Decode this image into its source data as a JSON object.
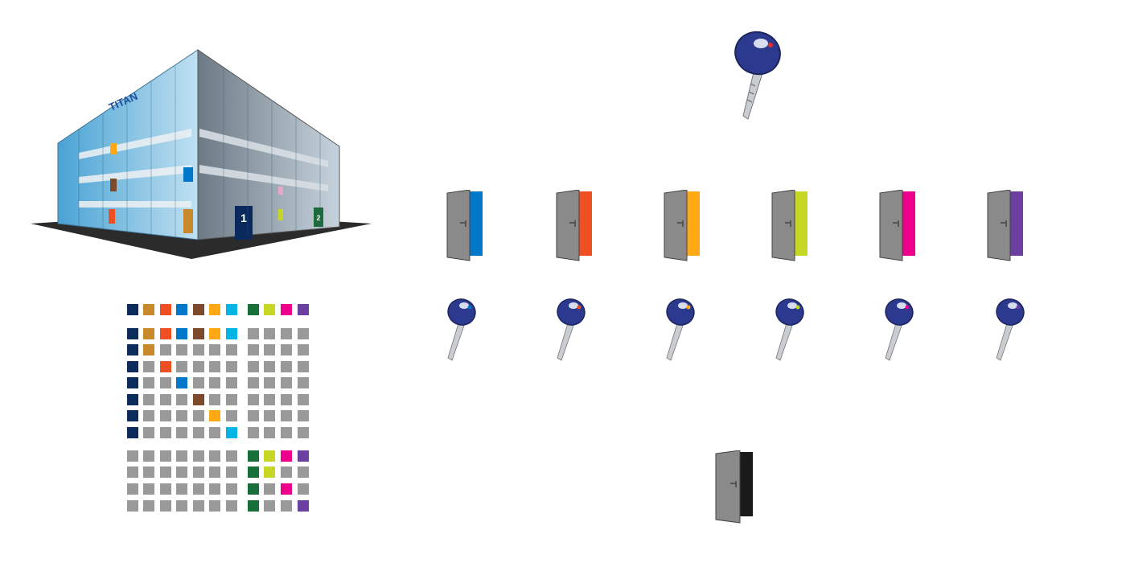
{
  "building": {
    "logo_text": "TITAN",
    "door_labels": [
      "1",
      "2"
    ],
    "colors": {
      "glass": "#5fb0d8",
      "glass_light": "#cfe8f5",
      "ground": "#2b2b2b",
      "door1": "#0a2a5e",
      "door2": "#1d6b3a",
      "logo": "#1a4fa0"
    }
  },
  "master_key": {
    "icon": "master-key-icon",
    "color": "#2b3a8f",
    "dot_color": "#e0302a"
  },
  "doors": [
    {
      "icon": "door-icon",
      "accent": "#0077c8"
    },
    {
      "icon": "door-icon",
      "accent": "#f04e23"
    },
    {
      "icon": "door-icon",
      "accent": "#ffa814"
    },
    {
      "icon": "door-icon",
      "accent": "#c5d625"
    },
    {
      "icon": "door-icon",
      "accent": "#ec008c"
    },
    {
      "icon": "door-icon",
      "accent": "#6a3fa0"
    }
  ],
  "keys": [
    {
      "icon": "key-icon",
      "dot_color": "#0077c8"
    },
    {
      "icon": "key-icon",
      "dot_color": "#f04e23"
    },
    {
      "icon": "key-icon",
      "dot_color": "#ffa814"
    },
    {
      "icon": "key-icon",
      "dot_color": "#c5d625"
    },
    {
      "icon": "key-icon",
      "dot_color": "#ec008c"
    },
    {
      "icon": "key-icon",
      "dot_color": "#6a3fa0"
    }
  ],
  "central_door": {
    "icon": "door-icon",
    "accent": "#1a1a1a"
  },
  "matrix": {
    "gray": "#999999",
    "header": [
      "#0d2b5c",
      "#c8892b",
      "#f04e23",
      "#0077c8",
      "#7a4a2a",
      "#ffa814",
      "#00b4e6",
      null,
      "#17703a",
      "#c5d625",
      "#ec008c",
      "#6a3fa0"
    ],
    "rows": [
      [
        "#0d2b5c",
        "#c8892b",
        "#f04e23",
        "#0077c8",
        "#7a4a2a",
        "#ffa814",
        "#00b4e6",
        null,
        "g",
        "g",
        "g",
        "g"
      ],
      [
        "#0d2b5c",
        "#c8892b",
        "g",
        "g",
        "g",
        "g",
        "g",
        null,
        "g",
        "g",
        "g",
        "g"
      ],
      [
        "#0d2b5c",
        "g",
        "#f04e23",
        "g",
        "g",
        "g",
        "g",
        null,
        "g",
        "g",
        "g",
        "g"
      ],
      [
        "#0d2b5c",
        "g",
        "g",
        "#0077c8",
        "g",
        "g",
        "g",
        null,
        "g",
        "g",
        "g",
        "g"
      ],
      [
        "#0d2b5c",
        "g",
        "g",
        "g",
        "#7a4a2a",
        "g",
        "g",
        null,
        "g",
        "g",
        "g",
        "g"
      ],
      [
        "#0d2b5c",
        "g",
        "g",
        "g",
        "g",
        "#ffa814",
        "g",
        null,
        "g",
        "g",
        "g",
        "g"
      ],
      [
        "#0d2b5c",
        "g",
        "g",
        "g",
        "g",
        "g",
        "#00b4e6",
        null,
        "g",
        "g",
        "g",
        "g"
      ],
      [
        "g",
        "g",
        "g",
        "g",
        "g",
        "g",
        "g",
        null,
        "#17703a",
        "#c5d625",
        "#ec008c",
        "#6a3fa0"
      ],
      [
        "g",
        "g",
        "g",
        "g",
        "g",
        "g",
        "g",
        null,
        "#17703a",
        "#c5d625",
        "g",
        "g"
      ],
      [
        "g",
        "g",
        "g",
        "g",
        "g",
        "g",
        "g",
        null,
        "#17703a",
        "g",
        "#ec008c",
        "g"
      ],
      [
        "g",
        "g",
        "g",
        "g",
        "g",
        "g",
        "g",
        null,
        "#17703a",
        "g",
        "g",
        "#6a3fa0"
      ]
    ]
  }
}
